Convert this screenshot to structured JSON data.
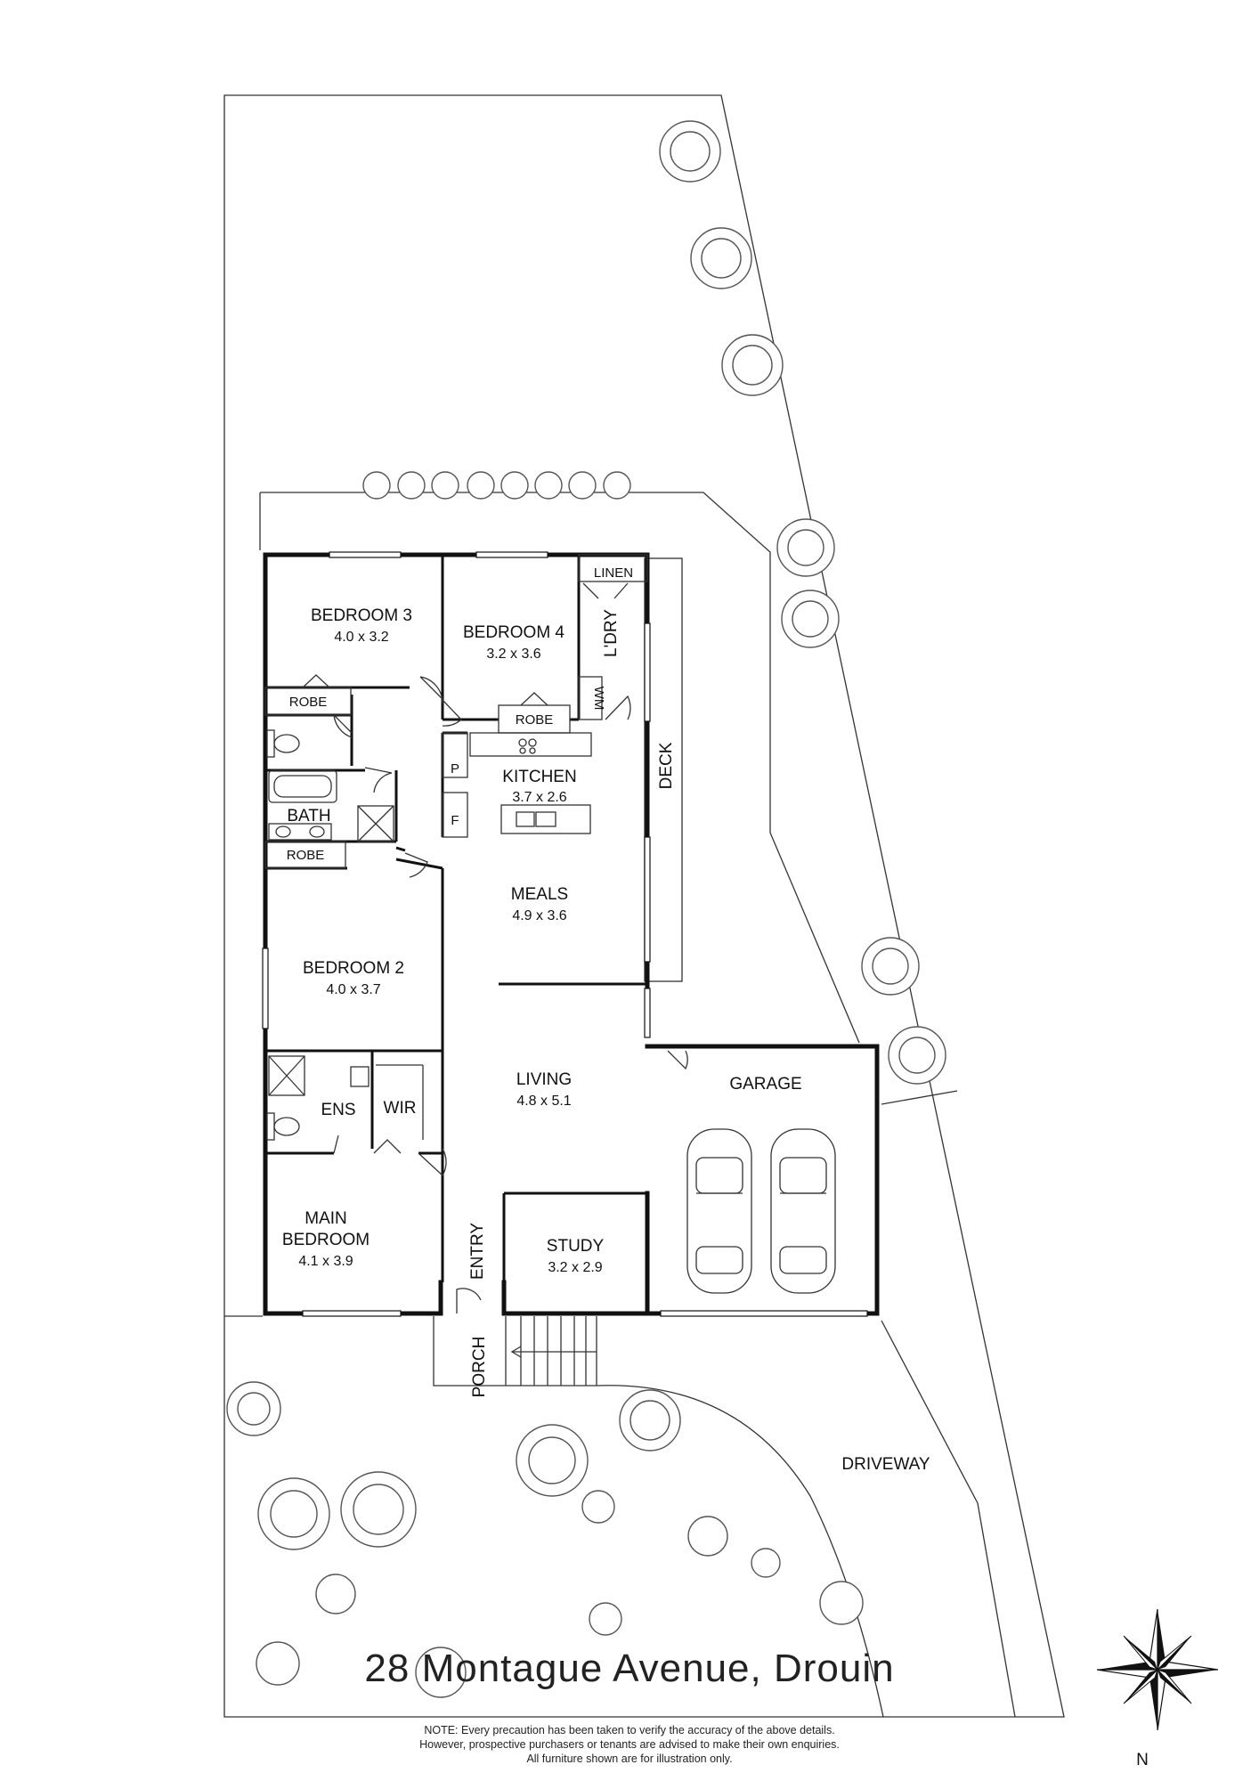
{
  "address": "28 Montague Avenue, Drouin",
  "note_lines": [
    "NOTE: Every precaution has been taken to verify the accuracy of the above details.",
    "However, prospective purchasers or tenants are advised to make their own enquiries.",
    "All furniture shown are for illustration only."
  ],
  "compass": "N",
  "rooms": {
    "bedroom3": {
      "name": "BEDROOM 3",
      "dims": "4.0 x 3.2"
    },
    "bedroom4": {
      "name": "BEDROOM 4",
      "dims": "3.2 x 3.6"
    },
    "kitchen": {
      "name": "KITCHEN",
      "dims": "3.7 x 2.6"
    },
    "meals": {
      "name": "MEALS",
      "dims": "4.9 x 3.6"
    },
    "bedroom2": {
      "name": "BEDROOM 2",
      "dims": "4.0 x 3.7"
    },
    "living": {
      "name": "LIVING",
      "dims": "4.8 x 5.1"
    },
    "garage": {
      "name": "GARAGE"
    },
    "main_bedroom": {
      "name_line1": "MAIN",
      "name_line2": "BEDROOM",
      "dims": "4.1 x 3.9"
    },
    "study": {
      "name": "STUDY",
      "dims": "3.2 x 2.9"
    }
  },
  "labels": {
    "linen": "LINEN",
    "ldry": "L'DRY",
    "robe": "ROBE",
    "wm": "WM",
    "deck": "DECK",
    "pantry": "P",
    "fridge": "F",
    "bath": "BATH",
    "ens": "ENS",
    "wir": "WIR",
    "entry": "ENTRY",
    "porch": "PORCH",
    "driveway": "DRIVEWAY"
  }
}
